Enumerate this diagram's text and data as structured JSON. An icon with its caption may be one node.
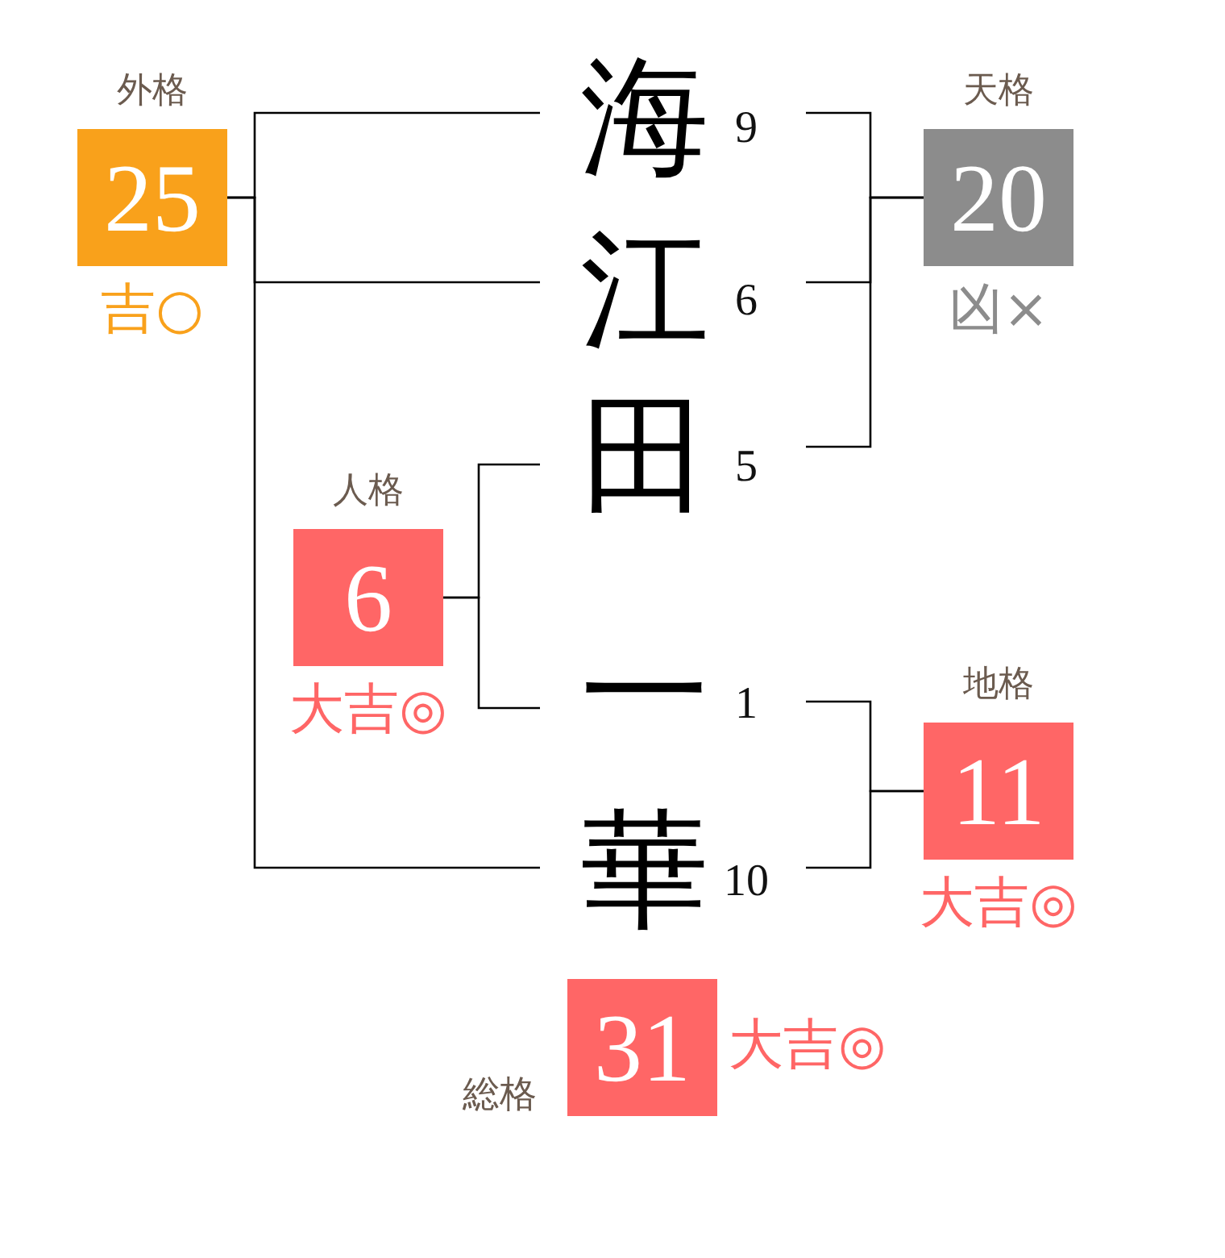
{
  "diagram": {
    "nodes": [
      {
        "text": [
          "外格",
          "25"
        ],
        "beside": [
          "吉○"
        ]
      },
      {
        "text": [
          "海"
        ],
        "beside": [
          "9"
        ]
      },
      {
        "text": [
          "天格",
          "20"
        ],
        "beside": [
          "凶×"
        ]
      },
      {
        "text": [
          "江"
        ],
        "beside": [
          "6"
        ]
      },
      {
        "text": [
          "田"
        ],
        "beside": [
          "5"
        ]
      },
      {
        "text": [
          "人格",
          "6"
        ],
        "beside": [
          "大吉◎"
        ]
      },
      {
        "text": [
          "一"
        ],
        "beside": [
          "1"
        ]
      },
      {
        "text": [
          "地格",
          "11"
        ],
        "beside": [
          "大吉◎"
        ]
      },
      {
        "text": [
          "華"
        ],
        "beside": [
          "10"
        ]
      },
      {
        "text": [
          "総格",
          "31"
        ],
        "beside": [
          "大吉◎"
        ]
      }
    ],
    "edges": [
      {
        "from": 0,
        "to": 1,
        "arrow": "none"
      },
      {
        "from": 0,
        "to": 3,
        "arrow": "none"
      },
      {
        "from": 0,
        "to": 8,
        "arrow": "none"
      },
      {
        "from": 2,
        "to": 1,
        "arrow": "none"
      },
      {
        "from": 2,
        "to": 3,
        "arrow": "none"
      },
      {
        "from": 2,
        "to": 4,
        "arrow": "none"
      },
      {
        "from": 5,
        "to": 4,
        "arrow": "none"
      },
      {
        "from": 5,
        "to": 6,
        "arrow": "none"
      },
      {
        "from": 7,
        "to": 6,
        "arrow": "none"
      },
      {
        "from": 7,
        "to": 8,
        "arrow": "none"
      }
    ]
  }
}
